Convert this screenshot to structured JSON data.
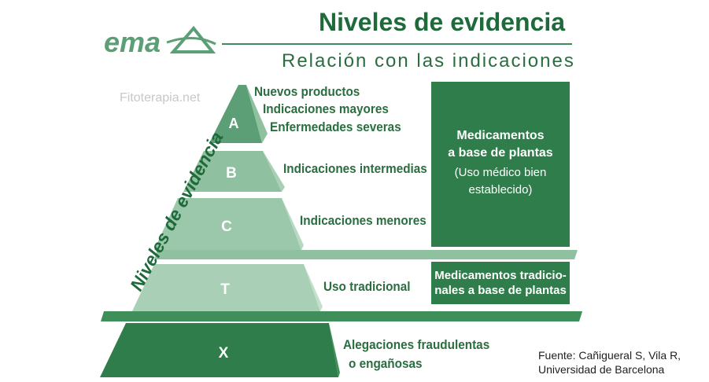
{
  "header": {
    "title": "Niveles de evidencia",
    "subtitle": "Relación con las indicaciones"
  },
  "logo": {
    "text": "ema"
  },
  "watermark": "Fitoterapia.net",
  "axis_label": "Niveles de evidencia",
  "pyramid": {
    "levels": [
      {
        "letter": "A",
        "indications": [
          "Nuevos productos",
          "Indicaciones mayores",
          "Enfermedades severas"
        ]
      },
      {
        "letter": "B",
        "indications": [
          "Indicaciones intermedias"
        ]
      },
      {
        "letter": "C",
        "indications": [
          "Indicaciones menores"
        ]
      },
      {
        "letter": "T",
        "indications": [
          "Uso tradicional"
        ]
      },
      {
        "letter": "X",
        "indications": [
          "Alegaciones fraudulentas",
          "o engañosas"
        ]
      }
    ]
  },
  "categories": {
    "plant_medicines": {
      "line1": "Medicamentos",
      "line2": "a base de plantas",
      "line3": "(Uso médico bien",
      "line4": "establecido)"
    },
    "traditional": {
      "line1": "Medicamentos tradicio-",
      "line2": "nales a base de plantas"
    }
  },
  "source": {
    "line1": "Fuente: Cañigueral S, Vila R,",
    "line2": "Universidad de Barcelona"
  },
  "colors": {
    "dark_green": "#2f7d4a",
    "title_green": "#1f6a3a",
    "level_A": "#5c9e75",
    "level_B": "#8fc0a0",
    "level_C": "#9bc8aa",
    "level_T": "#a9d0b6",
    "level_X": "#2f7d4a"
  }
}
